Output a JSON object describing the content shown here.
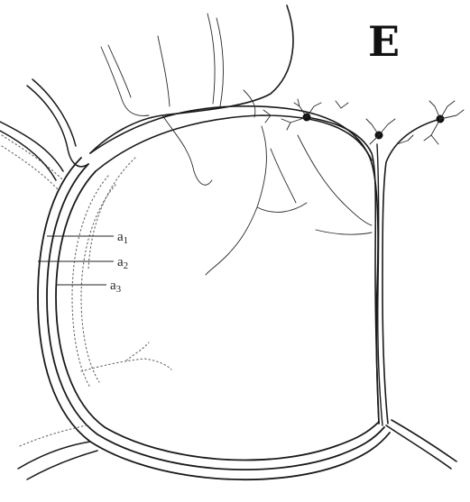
{
  "figure": {
    "panel_letter": "E",
    "labels": {
      "a1": {
        "base": "a",
        "sub": "1"
      },
      "a2": {
        "base": "a",
        "sub": "2"
      },
      "a3": {
        "base": "a",
        "sub": "3"
      }
    }
  },
  "colors": {
    "ink": "#1a1a1a",
    "background": "#ffffff"
  }
}
